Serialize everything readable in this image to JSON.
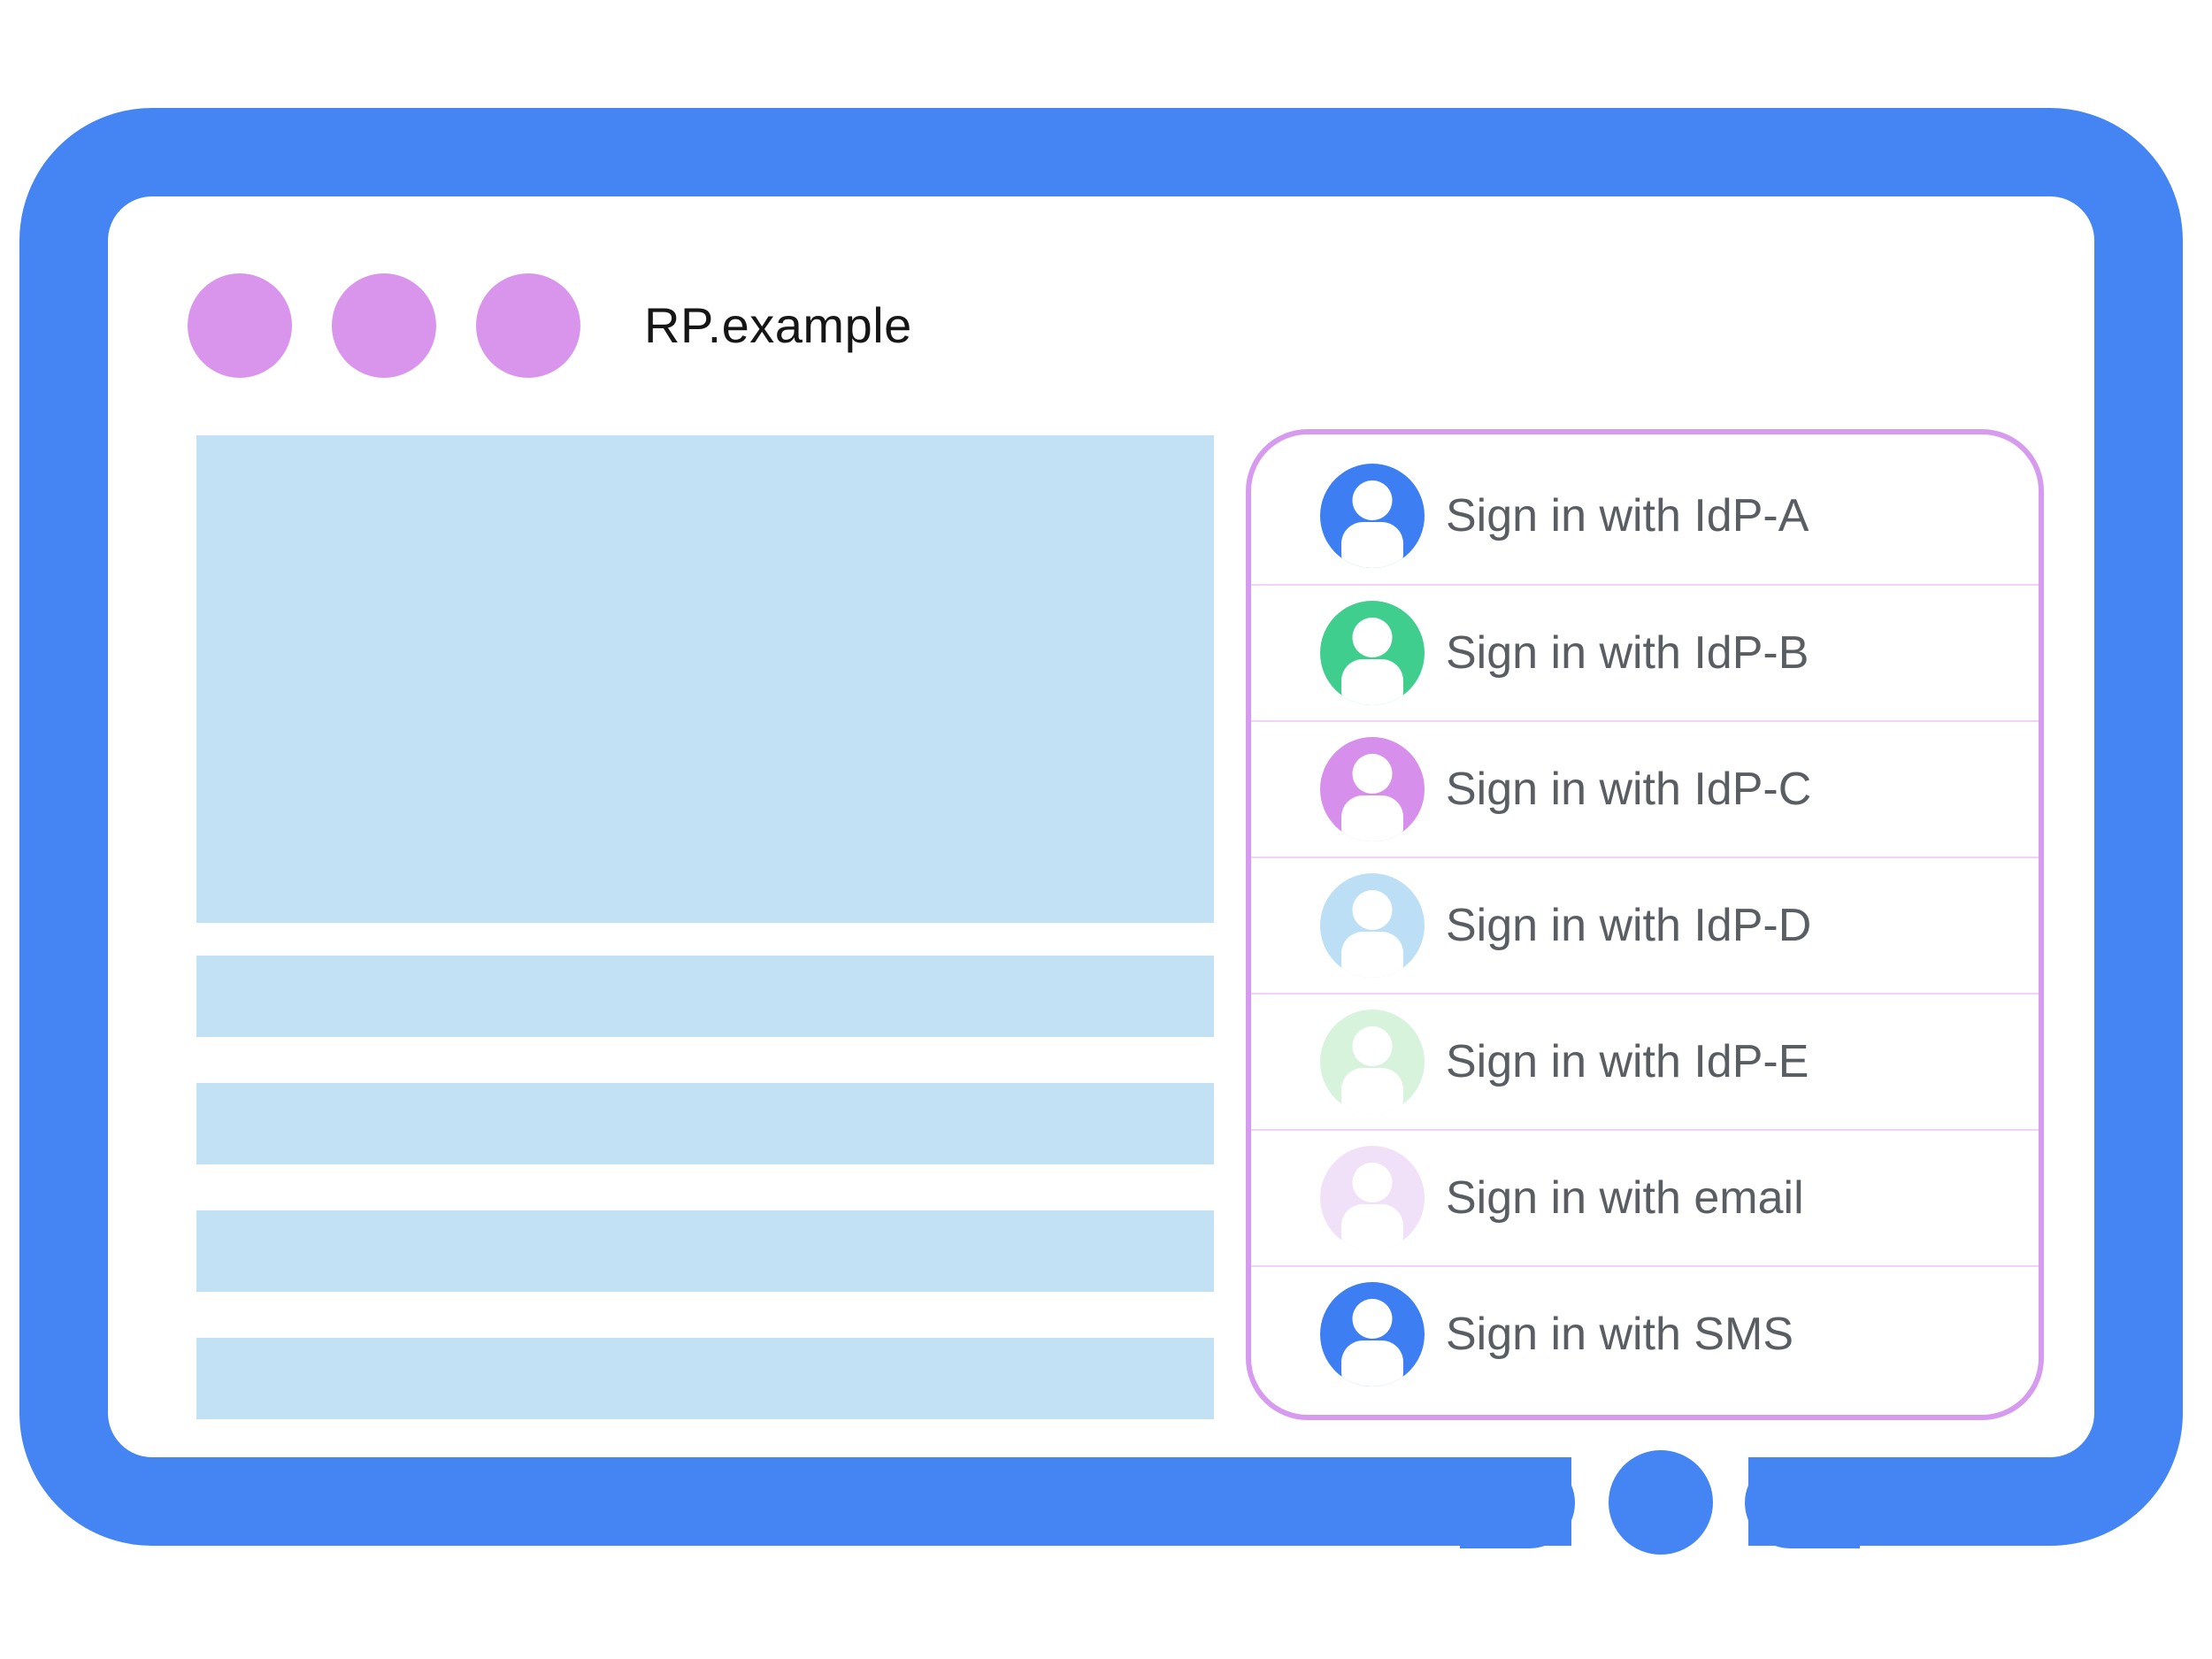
{
  "illustration": {
    "browser_title": "RP.example",
    "titlebar": {
      "window_dot_count": 3
    },
    "content": {
      "placeholder_block_count": 5
    },
    "sign_in_panel": {
      "options": [
        {
          "label": "Sign in with IdP-A",
          "avatar_color": "#3d7ef2"
        },
        {
          "label": "Sign in with IdP-B",
          "avatar_color": "#40ce8e"
        },
        {
          "label": "Sign in with IdP-C",
          "avatar_color": "#d78fec"
        },
        {
          "label": "Sign in with IdP-D",
          "avatar_color": "#bcdff6"
        },
        {
          "label": "Sign in with IdP-E",
          "avatar_color": "#d8f3dc"
        },
        {
          "label": "Sign in with email",
          "avatar_color": "#f0e1f9"
        },
        {
          "label": "Sign in with SMS",
          "avatar_color": "#3d7ef2"
        }
      ]
    },
    "colors": {
      "frame_blue": "#4484f3",
      "window_dot_orchid": "#d995ec",
      "placeholder_blue": "#c3e1f5",
      "panel_border_orchid": "#d69bee",
      "separator_lavender": "#efd4f8",
      "label_gray": "#5a5d61",
      "title_black": "#161616"
    }
  }
}
